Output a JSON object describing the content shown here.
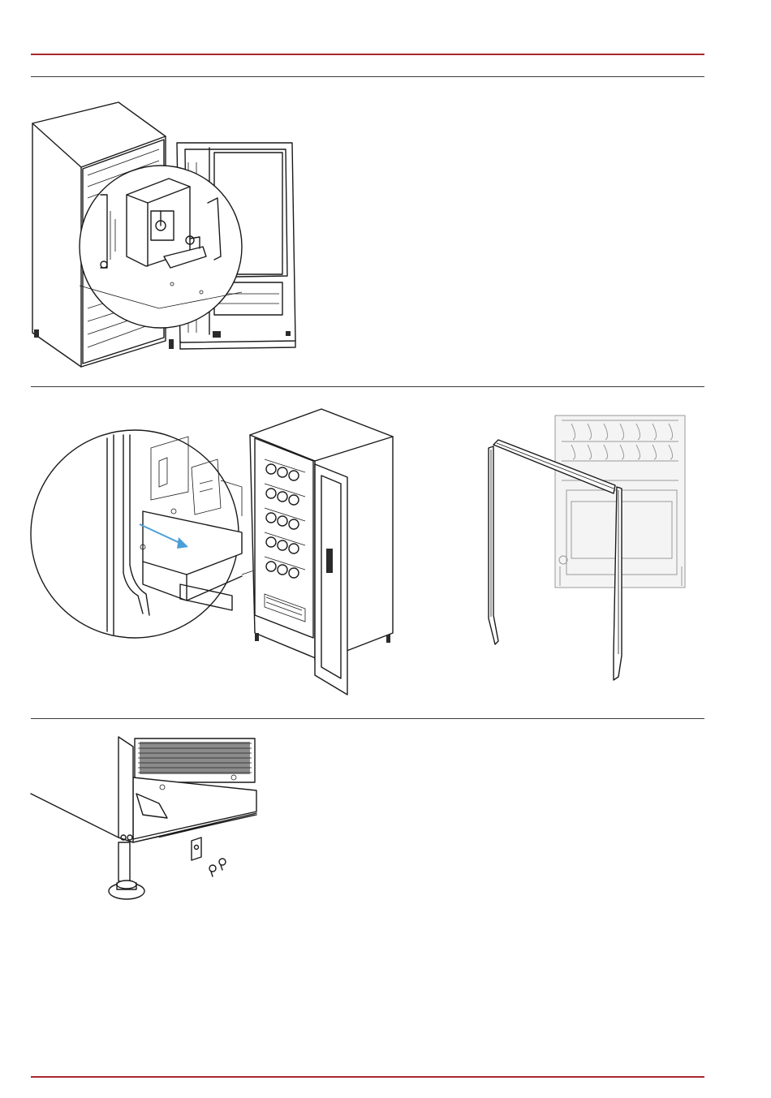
{
  "colors": {
    "header_rule": "#a8282d",
    "footer_rule": "#a8282d",
    "section_rule": "#3a3a3a",
    "arrow": "#4a9fd8"
  },
  "figures": [
    {
      "name": "open-cabinet-bracket-detail"
    },
    {
      "name": "cabinet-floor-arrow-detail"
    },
    {
      "name": "door-trim-pieces"
    },
    {
      "name": "cabinet-foot-bracket-detail"
    }
  ]
}
